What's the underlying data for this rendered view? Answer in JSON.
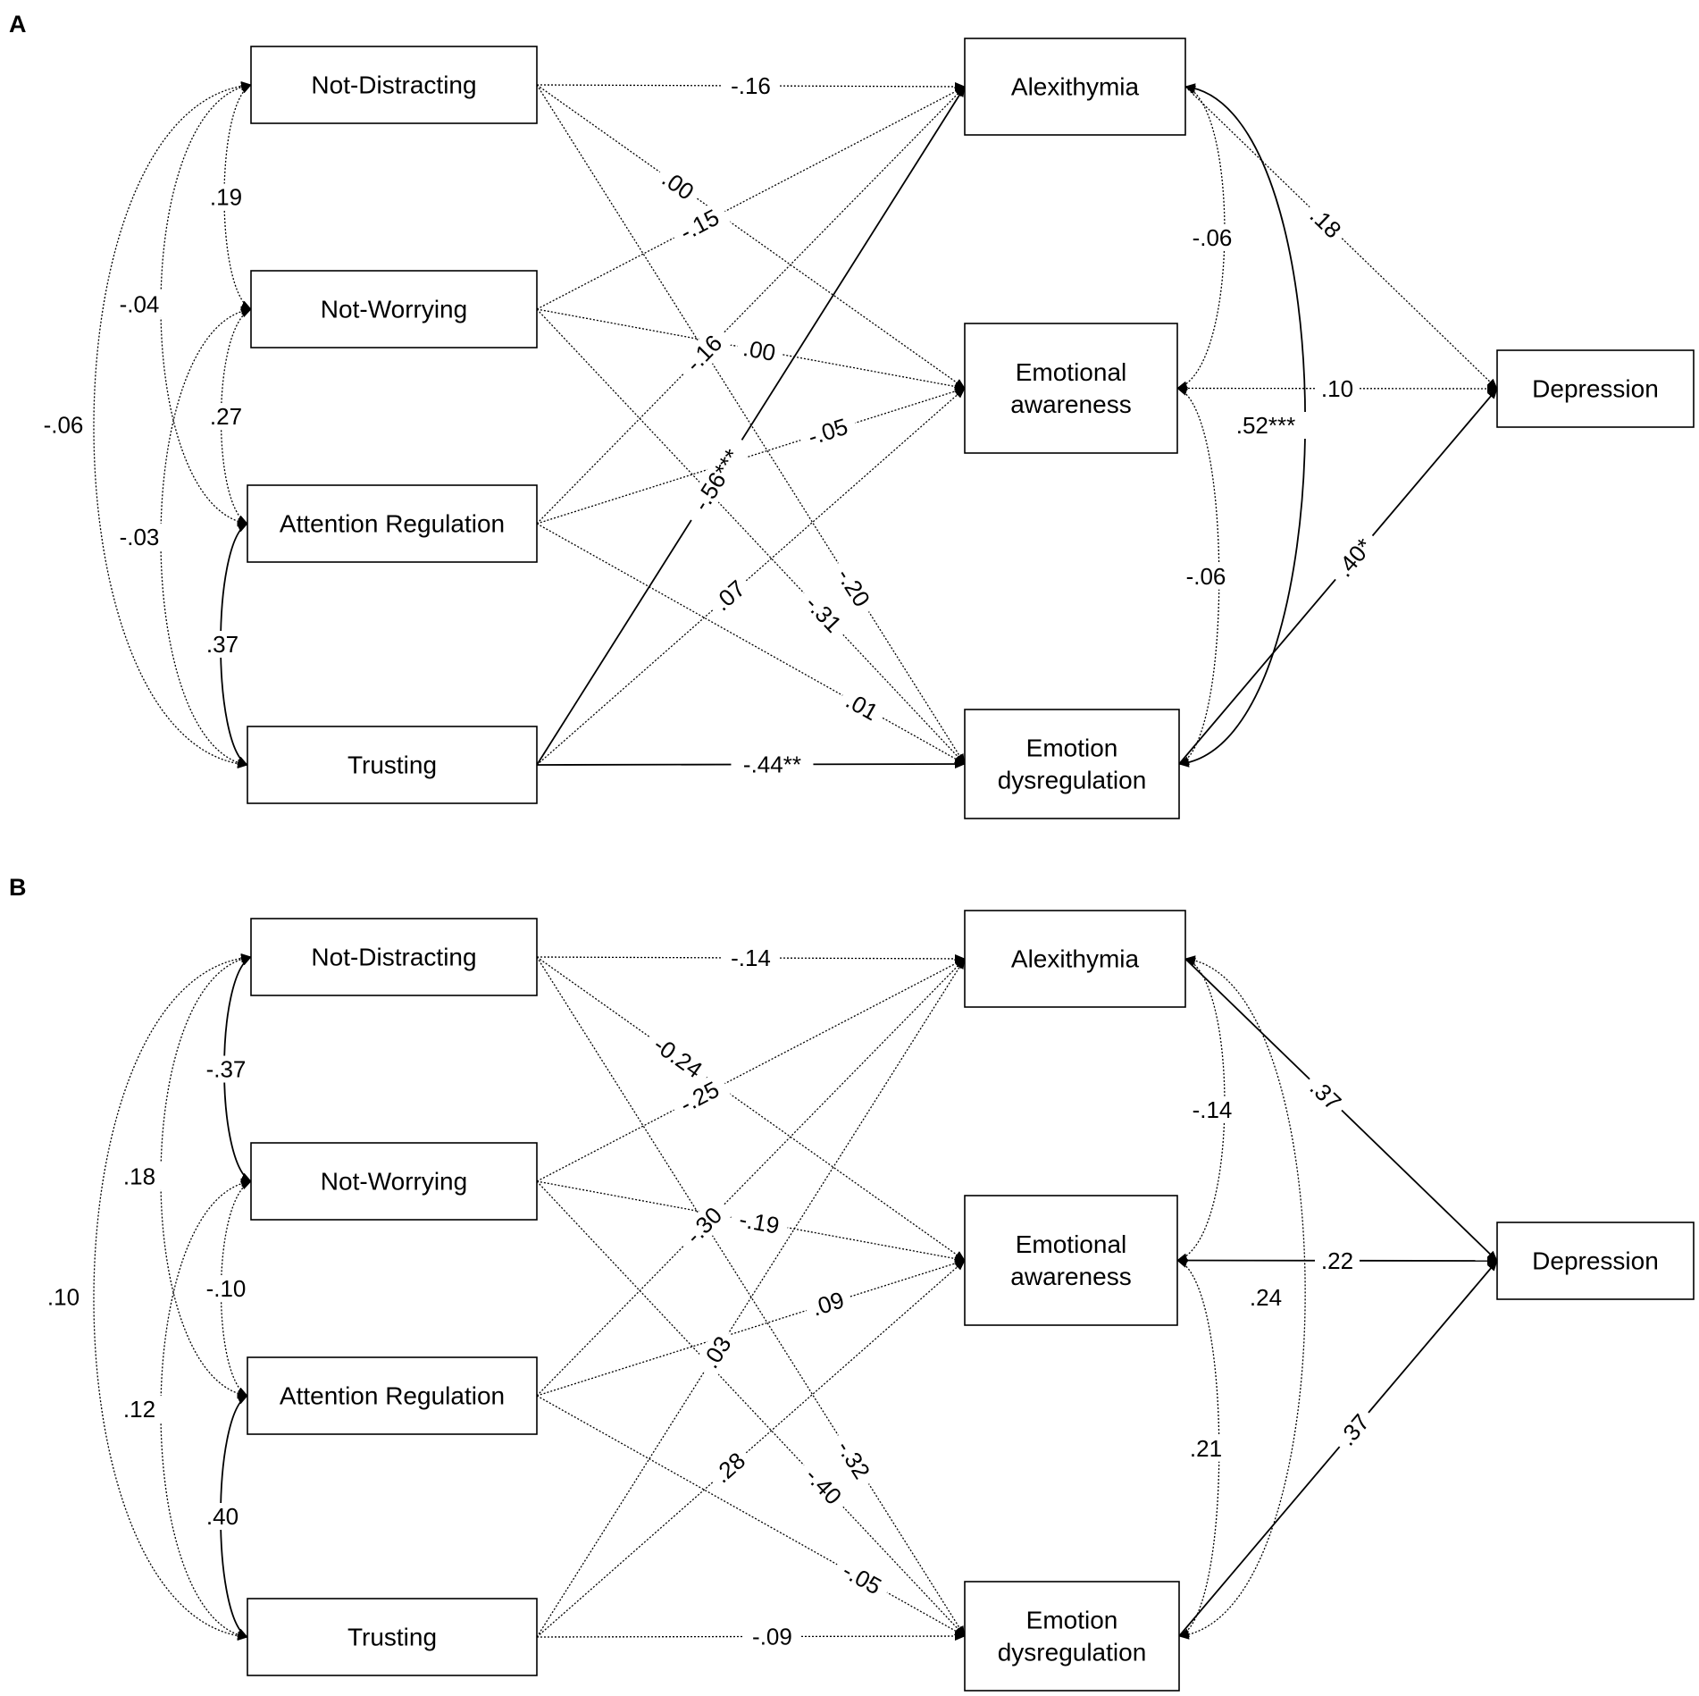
{
  "nodes": {
    "not_distracting": "Not-Distracting",
    "not_worrying": "Not-Worrying",
    "attention_regulation": "Attention Regulation",
    "trusting": "Trusting",
    "alexithymia": "Alexithymia",
    "emotional_awareness": [
      "Emotional",
      "awareness"
    ],
    "emotion_dysregulation": [
      "Emotion",
      "dysregulation"
    ],
    "depression": "Depression"
  },
  "panels": [
    {
      "label": "A",
      "edges": [
        {
          "from": "not_distracting",
          "to": "alexithymia",
          "label": "-.16",
          "style": "dotted"
        },
        {
          "from": "not_distracting",
          "to": "emotional_awareness",
          "label": ".00",
          "style": "dotted"
        },
        {
          "from": "not_distracting",
          "to": "emotion_dysregulation",
          "label": "-.20",
          "style": "dotted"
        },
        {
          "from": "not_worrying",
          "to": "alexithymia",
          "label": "-.15",
          "style": "dotted"
        },
        {
          "from": "not_worrying",
          "to": "emotional_awareness",
          "label": ".00",
          "style": "dotted"
        },
        {
          "from": "not_worrying",
          "to": "emotion_dysregulation",
          "label": "-.31",
          "style": "dotted"
        },
        {
          "from": "attention_regulation",
          "to": "alexithymia",
          "label": "-.16",
          "style": "dotted"
        },
        {
          "from": "attention_regulation",
          "to": "emotional_awareness",
          "label": "-.05",
          "style": "dotted"
        },
        {
          "from": "attention_regulation",
          "to": "emotion_dysregulation",
          "label": ".01",
          "style": "dotted"
        },
        {
          "from": "trusting",
          "to": "alexithymia",
          "label": "-.56***",
          "style": "solid"
        },
        {
          "from": "trusting",
          "to": "emotional_awareness",
          "label": ".07",
          "style": "dotted"
        },
        {
          "from": "trusting",
          "to": "emotion_dysregulation",
          "label": "-.44**",
          "style": "solid"
        },
        {
          "from": "alexithymia",
          "to": "depression",
          "label": ".18",
          "style": "dotted"
        },
        {
          "from": "emotional_awareness",
          "to": "depression",
          "label": ".10",
          "style": "dotted"
        },
        {
          "from": "emotion_dysregulation",
          "to": "depression",
          "label": ".40*",
          "style": "solid"
        }
      ],
      "correlations": [
        {
          "pair": [
            "not_distracting",
            "not_worrying"
          ],
          "label": ".19",
          "style": "dotted"
        },
        {
          "pair": [
            "not_worrying",
            "attention_regulation"
          ],
          "label": ".27",
          "style": "dotted"
        },
        {
          "pair": [
            "attention_regulation",
            "trusting"
          ],
          "label": ".37",
          "style": "solid"
        },
        {
          "pair": [
            "not_distracting",
            "attention_regulation"
          ],
          "label": "-.04",
          "style": "dotted"
        },
        {
          "pair": [
            "not_worrying",
            "trusting"
          ],
          "label": "-.03",
          "style": "dotted"
        },
        {
          "pair": [
            "not_distracting",
            "trusting"
          ],
          "label": "-.06",
          "style": "dotted"
        },
        {
          "pair": [
            "alexithymia",
            "emotional_awareness"
          ],
          "label": "-.06",
          "style": "dotted"
        },
        {
          "pair": [
            "emotional_awareness",
            "emotion_dysregulation"
          ],
          "label": "-.06",
          "style": "dotted"
        },
        {
          "pair": [
            "alexithymia",
            "emotion_dysregulation"
          ],
          "label": ".52***",
          "style": "solid"
        }
      ]
    },
    {
      "label": "B",
      "edges": [
        {
          "from": "not_distracting",
          "to": "alexithymia",
          "label": "-.14",
          "style": "dotted"
        },
        {
          "from": "not_distracting",
          "to": "emotional_awareness",
          "label": "-0.24",
          "style": "dotted"
        },
        {
          "from": "not_distracting",
          "to": "emotion_dysregulation",
          "label": "-.32",
          "style": "dotted"
        },
        {
          "from": "not_worrying",
          "to": "alexithymia",
          "label": "-.25",
          "style": "dotted"
        },
        {
          "from": "not_worrying",
          "to": "emotional_awareness",
          "label": "-.19",
          "style": "dotted"
        },
        {
          "from": "not_worrying",
          "to": "emotion_dysregulation",
          "label": "-.40",
          "style": "dotted"
        },
        {
          "from": "attention_regulation",
          "to": "alexithymia",
          "label": "-.30",
          "style": "dotted"
        },
        {
          "from": "attention_regulation",
          "to": "emotional_awareness",
          "label": ".09",
          "style": "dotted"
        },
        {
          "from": "attention_regulation",
          "to": "emotion_dysregulation",
          "label": "-.05",
          "style": "dotted"
        },
        {
          "from": "trusting",
          "to": "alexithymia",
          "label": ".03",
          "style": "dotted"
        },
        {
          "from": "trusting",
          "to": "emotional_awareness",
          "label": ".28",
          "style": "dotted"
        },
        {
          "from": "trusting",
          "to": "emotion_dysregulation",
          "label": "-.09",
          "style": "dotted"
        },
        {
          "from": "alexithymia",
          "to": "depression",
          "label": ".37",
          "style": "solid"
        },
        {
          "from": "emotional_awareness",
          "to": "depression",
          "label": ".22",
          "style": "solid"
        },
        {
          "from": "emotion_dysregulation",
          "to": "depression",
          "label": ".37",
          "style": "solid"
        }
      ],
      "correlations": [
        {
          "pair": [
            "not_distracting",
            "not_worrying"
          ],
          "label": "-.37",
          "style": "solid"
        },
        {
          "pair": [
            "not_worrying",
            "attention_regulation"
          ],
          "label": "-.10",
          "style": "dotted"
        },
        {
          "pair": [
            "attention_regulation",
            "trusting"
          ],
          "label": ".40",
          "style": "solid"
        },
        {
          "pair": [
            "not_distracting",
            "attention_regulation"
          ],
          "label": ".18",
          "style": "dotted"
        },
        {
          "pair": [
            "not_worrying",
            "trusting"
          ],
          "label": ".12",
          "style": "dotted"
        },
        {
          "pair": [
            "not_distracting",
            "trusting"
          ],
          "label": ".10",
          "style": "dotted"
        },
        {
          "pair": [
            "alexithymia",
            "emotional_awareness"
          ],
          "label": "-.14",
          "style": "dotted"
        },
        {
          "pair": [
            "emotional_awareness",
            "emotion_dysregulation"
          ],
          "label": ".21",
          "style": "dotted"
        },
        {
          "pair": [
            "alexithymia",
            "emotion_dysregulation"
          ],
          "label": ".24",
          "style": "dotted"
        }
      ]
    }
  ]
}
